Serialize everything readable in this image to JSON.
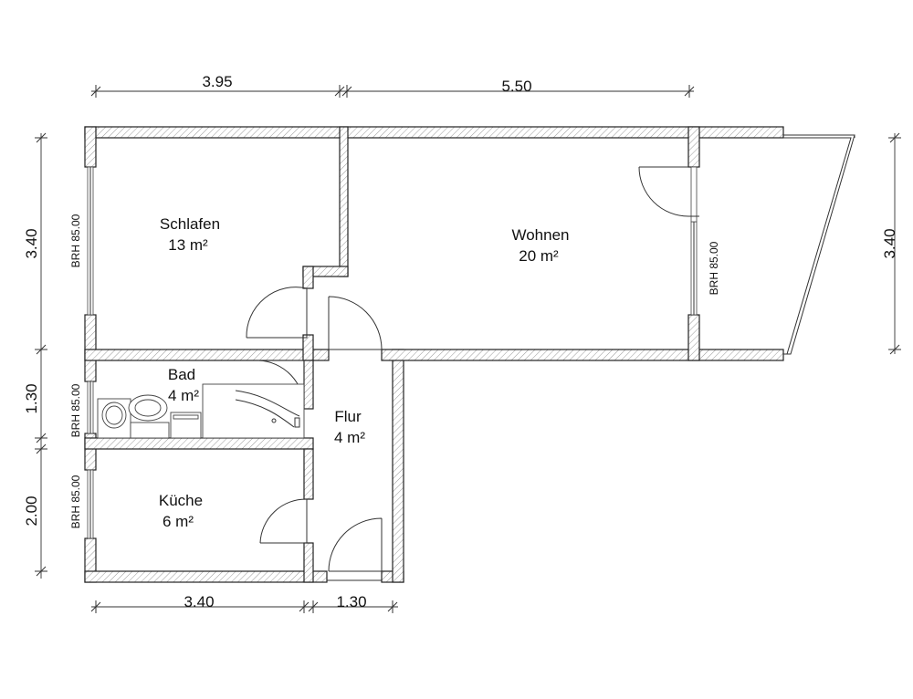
{
  "rooms": {
    "schlafen": {
      "name": "Schlafen",
      "area": "13 m²"
    },
    "wohnen": {
      "name": "Wohnen",
      "area": "20 m²"
    },
    "bad": {
      "name": "Bad",
      "area": "4 m²"
    },
    "flur": {
      "name": "Flur",
      "area": "4 m²"
    },
    "kueche": {
      "name": "Küche",
      "area": "6 m²"
    }
  },
  "dimensions": {
    "top_left": "3.95",
    "top_right": "5.50",
    "left_upper": "3.40",
    "left_middle": "1.30",
    "left_lower": "2.00",
    "right": "3.40",
    "bottom_left": "3.40",
    "bottom_right": "1.30"
  },
  "window_labels": {
    "schlafen": "BRH 85.00",
    "wohnen": "BRH 85.00",
    "bad": "BRH 85.00",
    "kueche": "BRH 85.00"
  }
}
